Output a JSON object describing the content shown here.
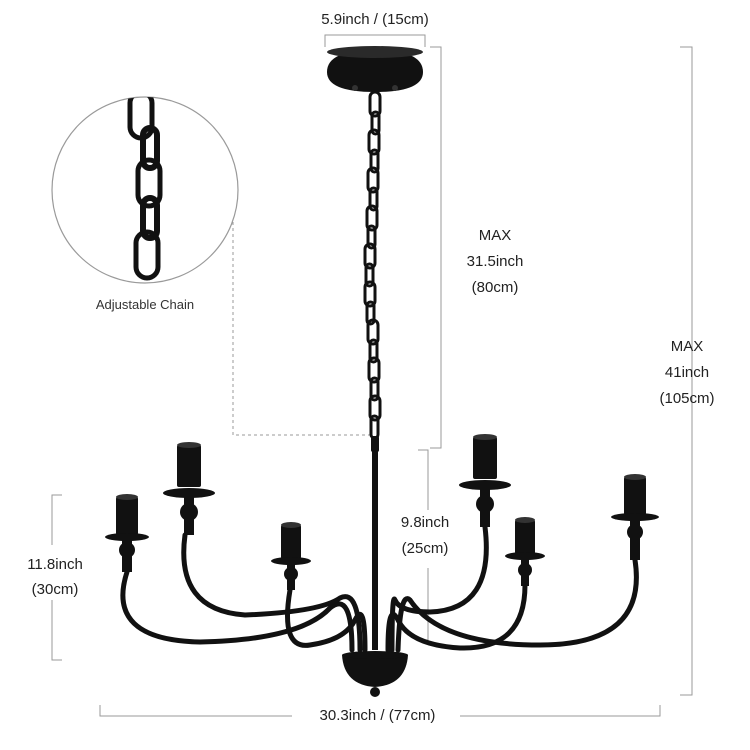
{
  "product": {
    "type": "chandelier",
    "finish_color": "#111111",
    "arms": 6
  },
  "dimensions": {
    "canopy_width": "5.9inch / (15cm)",
    "chain_max_label": "MAX",
    "chain_max_inch": "31.5inch",
    "chain_max_cm": "(80cm)",
    "overall_max_label": "MAX",
    "overall_max_inch": "41inch",
    "overall_max_cm": "(105cm)",
    "candle_height_inch": "9.8inch",
    "candle_height_cm": "(25cm)",
    "arm_height_inch": "11.8inch",
    "arm_height_cm": "(30cm)",
    "total_width": "30.3inch / (77cm)"
  },
  "inset": {
    "caption": "Adjustable Chain"
  },
  "colors": {
    "dimension_line": "#9a9a9a",
    "metal": "#111111",
    "leader_line": "#9a9a9a"
  }
}
